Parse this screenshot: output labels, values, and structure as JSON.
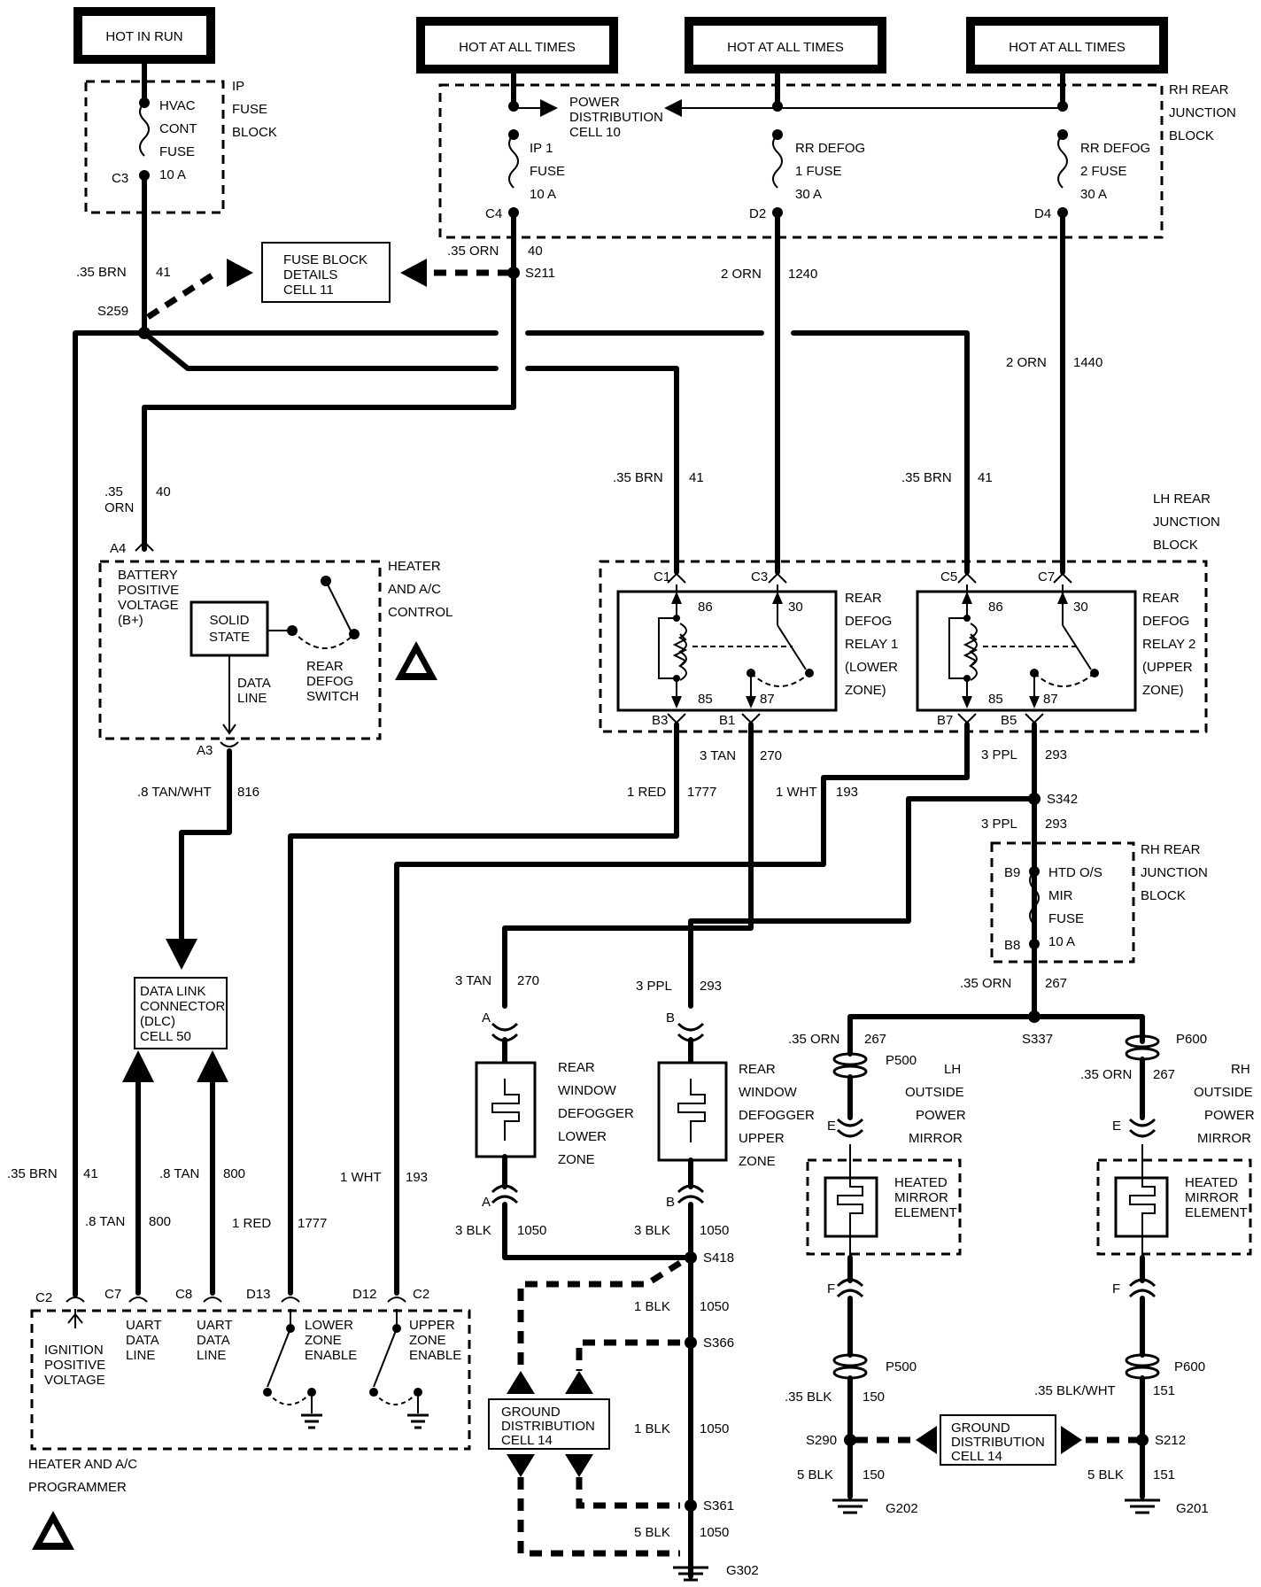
{
  "sources": {
    "hot_in_run": "HOT IN RUN",
    "hot_at_all_times_1": "HOT AT ALL TIMES",
    "hot_at_all_times_2": "HOT AT ALL TIMES",
    "hot_at_all_times_3": "HOT AT ALL TIMES"
  },
  "ip_fuse_block": {
    "label": [
      "IP",
      "FUSE",
      "BLOCK"
    ],
    "fuse": [
      "HVAC",
      "CONT",
      "FUSE",
      "10 A"
    ],
    "pin": "C3"
  },
  "rh_rear_junction_top": {
    "label": [
      "RH REAR",
      "JUNCTION",
      "BLOCK"
    ],
    "power_dist": [
      "POWER",
      "DISTRIBUTION",
      "CELL 10"
    ],
    "ip1_fuse": [
      "IP 1",
      "FUSE",
      "10 A"
    ],
    "rr1_fuse": [
      "RR DEFOG",
      "1 FUSE",
      "30 A"
    ],
    "rr2_fuse": [
      "RR DEFOG",
      "2 FUSE",
      "30 A"
    ],
    "pins": [
      "C4",
      "D2",
      "D4"
    ]
  },
  "fuse_block_details": [
    "FUSE BLOCK",
    "DETAILS",
    "CELL 11"
  ],
  "splices": {
    "s259": "S259",
    "s211": "S211",
    "s342": "S342",
    "s337": "S337",
    "s418": "S418",
    "s366": "S366",
    "s361": "S361",
    "s290": "S290",
    "s212": "S212"
  },
  "grounds": {
    "g302": "G302",
    "g202": "G202",
    "g201": "G201"
  },
  "wires": {
    "brn41_top": [
      ".35 BRN",
      "41"
    ],
    "orn40_top": [
      ".35 ORN",
      "40"
    ],
    "orn1240": [
      "2 ORN",
      "1240"
    ],
    "orn1440": [
      "2 ORN",
      "1440"
    ],
    "orn40_left": [
      ".35",
      "ORN",
      "40"
    ],
    "brn41_r1": [
      ".35 BRN",
      "41"
    ],
    "brn41_r2": [
      ".35 BRN",
      "41"
    ],
    "tanwht816": [
      ".8 TAN/WHT",
      "816"
    ],
    "tan270": [
      "3 TAN",
      "270"
    ],
    "red1777": [
      "1 RED",
      "1777"
    ],
    "wht193": [
      "1 WHT",
      "193"
    ],
    "ppl293": [
      "3 PPL",
      "293"
    ],
    "ppl293b": [
      "3 PPL",
      "293"
    ],
    "orn267": [
      ".35 ORN",
      "267"
    ],
    "tan270b": [
      "3 TAN",
      "270"
    ],
    "ppl293c": [
      "3 PPL",
      "293"
    ],
    "orn267l": [
      ".35 ORN",
      "267"
    ],
    "orn267r": [
      ".35 ORN",
      "267"
    ],
    "blk1050a": [
      "3 BLK",
      "1050"
    ],
    "blk1050b": [
      "3 BLK",
      "1050"
    ],
    "blk1050c": [
      "1 BLK",
      "1050"
    ],
    "blk1050d": [
      "1 BLK",
      "1050"
    ],
    "blk1050e": [
      "5 BLK",
      "1050"
    ],
    "brn41_bottom": [
      ".35 BRN",
      "41"
    ],
    "tan800a": [
      ".8 TAN",
      "800"
    ],
    "tan800b": [
      ".8 TAN",
      "800"
    ],
    "red1777b": [
      "1 RED",
      "1777"
    ],
    "wht193b": [
      "1 WHT",
      "193"
    ],
    "blk150a": [
      ".35 BLK",
      "150"
    ],
    "blk150b": [
      "5 BLK",
      "150"
    ],
    "blkwht151": [
      ".35 BLK/WHT",
      "151"
    ],
    "blk151": [
      "5 BLK",
      "151"
    ]
  },
  "heater_control": {
    "label": [
      "HEATER",
      "AND A/C",
      "CONTROL"
    ],
    "bplus": [
      "BATTERY",
      "POSITIVE",
      "VOLTAGE",
      "(B+)"
    ],
    "solid_state": [
      "SOLID",
      "STATE"
    ],
    "data_line": [
      "DATA",
      "LINE"
    ],
    "switch": [
      "REAR",
      "DEFOG",
      "SWITCH"
    ],
    "pins": [
      "A4",
      "A3"
    ]
  },
  "lh_rear_junction": {
    "label": [
      "LH REAR",
      "JUNCTION",
      "BLOCK"
    ],
    "relay1": [
      "REAR",
      "DEFOG",
      "RELAY 1",
      "(LOWER",
      "ZONE)"
    ],
    "relay2": [
      "REAR",
      "DEFOG",
      "RELAY 2",
      "(UPPER",
      "ZONE)"
    ],
    "relay_pins": [
      "86",
      "30",
      "85",
      "87"
    ],
    "conn_top": [
      "C1",
      "C3",
      "C5",
      "C7"
    ],
    "conn_bottom": [
      "B3",
      "B1",
      "B7",
      "B5"
    ]
  },
  "rh_rear_junction_mid": {
    "label": [
      "RH REAR",
      "JUNCTION",
      "BLOCK"
    ],
    "fuse": [
      "HTD O/S",
      "MIR",
      "FUSE",
      "10 A"
    ],
    "pins": [
      "B9",
      "B8"
    ]
  },
  "dlc": [
    "DATA LINK",
    "CONNECTOR",
    "(DLC)",
    "CELL 50"
  ],
  "defogger_lower": [
    "REAR",
    "WINDOW",
    "DEFOGGER",
    "LOWER",
    "ZONE"
  ],
  "defogger_upper": [
    "REAR",
    "WINDOW",
    "DEFOGGER",
    "UPPER",
    "ZONE"
  ],
  "mirror_lh": [
    "LH",
    "OUTSIDE",
    "POWER",
    "MIRROR"
  ],
  "mirror_rh": [
    "RH",
    "OUTSIDE",
    "POWER",
    "MIRROR"
  ],
  "heated_element": [
    "HEATED",
    "MIRROR",
    "ELEMENT"
  ],
  "connectors": {
    "a": "A",
    "b": "B",
    "e": "E",
    "f": "F",
    "p500": "P500",
    "p600": "P600"
  },
  "ground_dist": [
    "GROUND",
    "DISTRIBUTION",
    "CELL 14"
  ],
  "programmer": {
    "label": [
      "HEATER AND A/C",
      "PROGRAMMER"
    ],
    "ign": [
      "IGNITION",
      "POSITIVE",
      "VOLTAGE"
    ],
    "uart": [
      "UART",
      "DATA",
      "LINE"
    ],
    "lower": [
      "LOWER",
      "ZONE",
      "ENABLE"
    ],
    "upper": [
      "UPPER",
      "ZONE",
      "ENABLE"
    ],
    "pins": [
      "C2",
      "C7",
      "C8",
      "D13",
      "D12",
      "C2"
    ]
  }
}
